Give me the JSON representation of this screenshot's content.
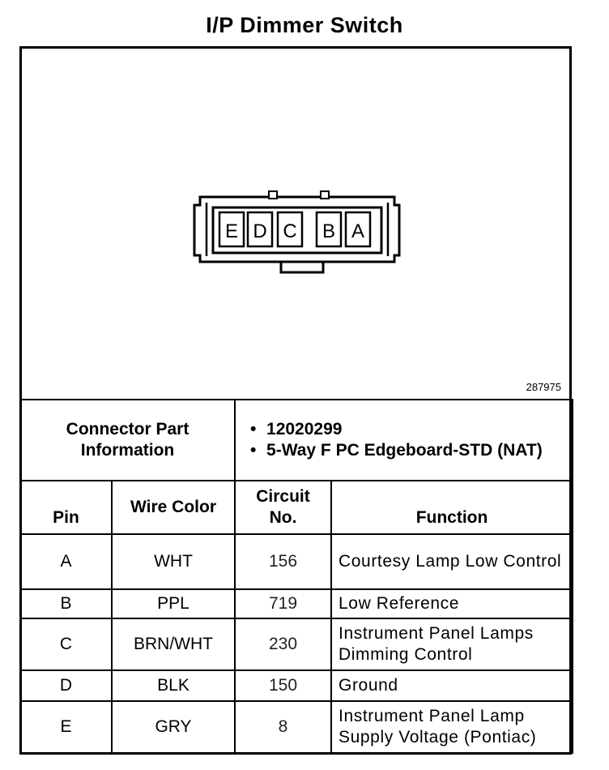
{
  "title": "I/P Dimmer Switch",
  "figure_id": "287975",
  "connector": {
    "pins": [
      "E",
      "D",
      "C",
      "B",
      "A"
    ],
    "part_info_label": "Connector Part Information",
    "part_info": [
      "12020299",
      "5-Way F PC Edgeboard-STD (NAT)"
    ]
  },
  "columns": {
    "pin": "Pin",
    "wire_color": "Wire Color",
    "circuit": "Circuit No.",
    "function": "Function"
  },
  "rows": [
    {
      "pin": "A",
      "color": "WHT",
      "circuit": "156",
      "function": "Courtesy Lamp Low Control"
    },
    {
      "pin": "B",
      "color": "PPL",
      "circuit": "719",
      "function": "Low Reference"
    },
    {
      "pin": "C",
      "color": "BRN/WHT",
      "circuit": "230",
      "function": "Instrument Panel Lamps Dimming Control"
    },
    {
      "pin": "D",
      "color": "BLK",
      "circuit": "150",
      "function": "Ground"
    },
    {
      "pin": "E",
      "color": "GRY",
      "circuit": "8",
      "function": "Instrument Panel Lamp Supply Voltage (Pontiac)"
    }
  ]
}
